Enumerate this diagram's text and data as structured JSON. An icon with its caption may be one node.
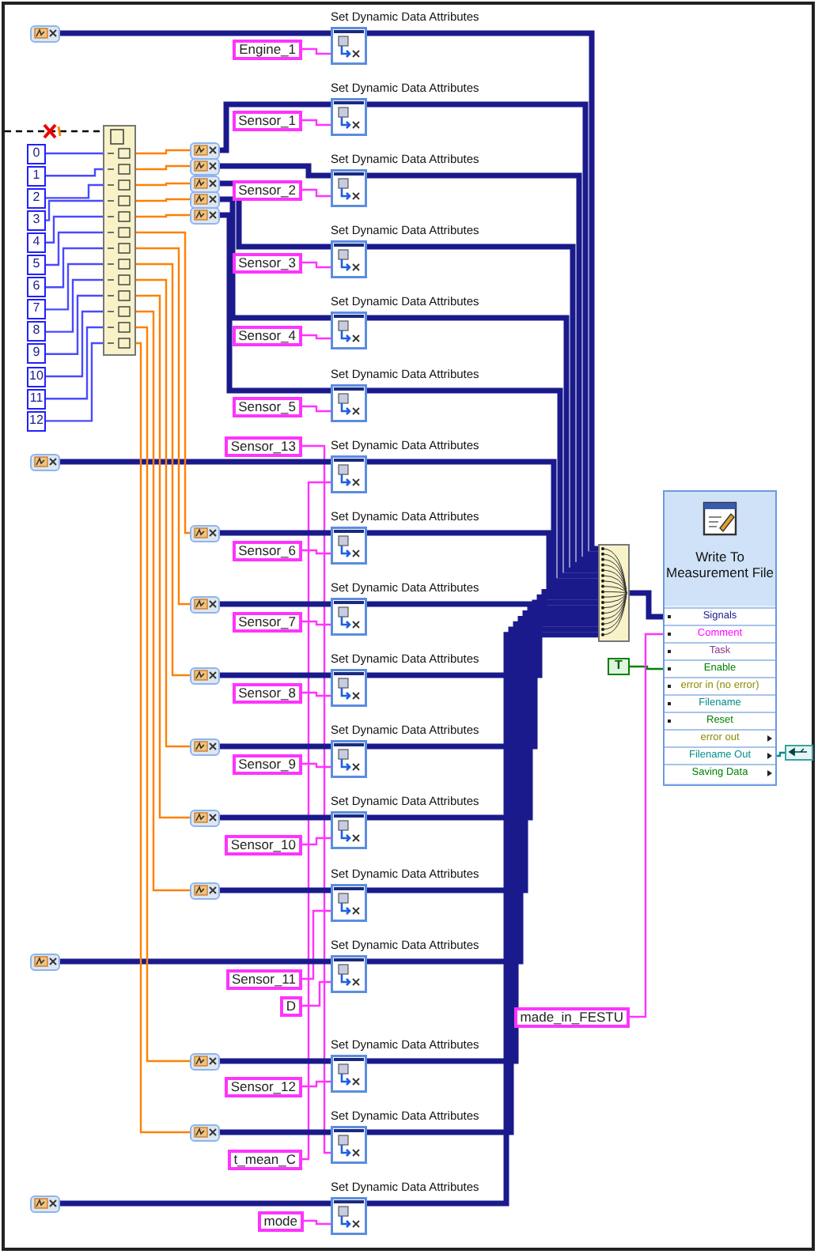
{
  "diagram": {
    "nodes": [
      {
        "text": [
          "Set Dynamic Data Attributes"
        ]
      },
      {
        "text": [
          "Set Dynamic Data Attributes"
        ]
      },
      {
        "text": [
          "Set Dynamic Data Attributes"
        ]
      },
      {
        "text": [
          "Set Dynamic Data Attributes"
        ]
      },
      {
        "text": [
          "Set Dynamic Data Attributes"
        ]
      },
      {
        "text": [
          "Set Dynamic Data Attributes"
        ]
      },
      {
        "text": [
          "Set Dynamic Data Attributes"
        ]
      },
      {
        "text": [
          "Set Dynamic Data Attributes"
        ]
      },
      {
        "text": [
          "Set Dynamic Data Attributes"
        ]
      },
      {
        "text": [
          "Set Dynamic Data Attributes"
        ]
      },
      {
        "text": [
          "Set Dynamic Data Attributes"
        ]
      },
      {
        "text": [
          "Set Dynamic Data Attributes"
        ]
      },
      {
        "text": [
          "Set Dynamic Data Attributes"
        ]
      },
      {
        "text": [
          "Set Dynamic Data Attributes"
        ]
      },
      {
        "text": [
          "Set Dynamic Data Attributes"
        ]
      },
      {
        "text": [
          "Set Dynamic Data Attributes"
        ]
      },
      {
        "text": [
          "Set Dynamic Data Attributes"
        ]
      },
      {
        "text": [
          "Engine_1"
        ]
      },
      {
        "text": [
          "Sensor_1"
        ]
      },
      {
        "text": [
          "Sensor_2"
        ]
      },
      {
        "text": [
          "Sensor_3"
        ]
      },
      {
        "text": [
          "Sensor_4"
        ]
      },
      {
        "text": [
          "Sensor_5"
        ]
      },
      {
        "text": [
          "Sensor_13"
        ]
      },
      {
        "text": [
          "Sensor_6"
        ]
      },
      {
        "text": [
          "Sensor_7"
        ]
      },
      {
        "text": [
          "Sensor_8"
        ]
      },
      {
        "text": [
          "Sensor_9"
        ]
      },
      {
        "text": [
          "Sensor_10"
        ]
      },
      {
        "text": [
          "Sensor_11"
        ]
      },
      {
        "text": [
          "D"
        ]
      },
      {
        "text": [
          "Sensor_12"
        ]
      },
      {
        "text": [
          "t_mean_C"
        ]
      },
      {
        "text": [
          "mode"
        ]
      },
      {
        "text": [],
        "shape": "box"
      },
      {
        "text": [],
        "shape": "box"
      },
      {
        "text": [],
        "shape": "box"
      },
      {
        "text": [],
        "shape": "box"
      },
      {
        "text": [],
        "shape": "box"
      },
      {
        "text": [],
        "shape": "box"
      },
      {
        "text": [],
        "shape": "box"
      },
      {
        "text": [],
        "shape": "box"
      },
      {
        "text": [],
        "shape": "box"
      },
      {
        "text": [],
        "shape": "box"
      },
      {
        "text": [],
        "shape": "box"
      },
      {
        "text": [],
        "shape": "box"
      },
      {
        "text": [],
        "shape": "box"
      },
      {
        "text": [],
        "shape": "box"
      },
      {
        "text": [],
        "shape": "box"
      },
      {
        "text": [],
        "shape": "box"
      },
      {
        "text": [],
        "shape": "box"
      },
      {
        "text": [
          "0"
        ]
      },
      {
        "text": [
          "1"
        ]
      },
      {
        "text": [
          "2"
        ]
      },
      {
        "text": [
          "3"
        ]
      },
      {
        "text": [
          "4"
        ]
      },
      {
        "text": [
          "5"
        ]
      },
      {
        "text": [
          "6"
        ]
      },
      {
        "text": [
          "7"
        ]
      },
      {
        "text": [
          "8"
        ]
      },
      {
        "text": [
          "9"
        ]
      },
      {
        "text": [
          "10"
        ]
      },
      {
        "text": [
          "11"
        ]
      },
      {
        "text": [
          "12"
        ]
      },
      {
        "text": [],
        "shape": "box"
      },
      {
        "text": [],
        "shape": "box"
      },
      {
        "text": [
          "Write To Measurement File"
        ]
      },
      {
        "text": [
          "Signals"
        ],
        "in": 66
      },
      {
        "text": [
          "Comment"
        ],
        "in": 66
      },
      {
        "text": [
          "Task"
        ],
        "in": 66
      },
      {
        "text": [
          "Enable"
        ],
        "in": 66
      },
      {
        "text": [
          "error in (no error)"
        ],
        "in": 66
      },
      {
        "text": [
          "Filename"
        ],
        "in": 66
      },
      {
        "text": [
          "Reset"
        ],
        "in": 66
      },
      {
        "text": [
          "error out"
        ],
        "in": 66
      },
      {
        "text": [
          "Filename Out"
        ],
        "in": 66
      },
      {
        "text": [
          "Saving Data"
        ],
        "in": 66
      },
      {
        "text": [
          "T"
        ]
      },
      {
        "text": [
          "made_in_FESTU"
        ]
      },
      {
        "text": [],
        "shape": "box"
      }
    ],
    "edges": [
      {
        "from": 17,
        "to": 0,
        "arrow": "none",
        "color": "#ff33ff"
      },
      {
        "from": 18,
        "to": 1,
        "arrow": "none",
        "color": "#ff33ff"
      },
      {
        "from": 19,
        "to": 2,
        "arrow": "none",
        "color": "#ff33ff"
      },
      {
        "from": 20,
        "to": 3,
        "arrow": "none",
        "color": "#ff33ff"
      },
      {
        "from": 21,
        "to": 4,
        "arrow": "none",
        "color": "#ff33ff"
      },
      {
        "from": 22,
        "to": 5,
        "arrow": "none",
        "color": "#ff33ff"
      },
      {
        "from": 32,
        "to": 6,
        "arrow": "none",
        "color": "#ff33ff"
      },
      {
        "from": 24,
        "to": 7,
        "arrow": "none",
        "color": "#ff33ff"
      },
      {
        "from": 25,
        "to": 8,
        "arrow": "none",
        "color": "#ff33ff"
      },
      {
        "from": 26,
        "to": 9,
        "arrow": "none",
        "color": "#ff33ff"
      },
      {
        "from": 27,
        "to": 10,
        "arrow": "none",
        "color": "#ff33ff"
      },
      {
        "from": 28,
        "to": 11,
        "arrow": "none",
        "color": "#ff33ff"
      },
      {
        "from": 29,
        "to": 12,
        "arrow": "none",
        "color": "#ff33ff"
      },
      {
        "from": 30,
        "to": 13,
        "arrow": "none",
        "color": "#ff33ff"
      },
      {
        "from": 31,
        "to": 14,
        "arrow": "none",
        "color": "#ff33ff"
      },
      {
        "from": 23,
        "to": 15,
        "arrow": "none",
        "color": "#ff33ff"
      },
      {
        "from": 33,
        "to": 16,
        "arrow": "none",
        "color": "#ff33ff"
      },
      {
        "from": 34,
        "to": 0,
        "arrow": "none",
        "style": "thick"
      },
      {
        "from": 35,
        "to": 1,
        "arrow": "none",
        "style": "thick"
      },
      {
        "from": 36,
        "to": 2,
        "arrow": "none",
        "style": "thick"
      },
      {
        "from": 37,
        "to": 3,
        "arrow": "none",
        "style": "thick"
      },
      {
        "from": 38,
        "to": 4,
        "arrow": "none",
        "style": "thick"
      },
      {
        "from": 39,
        "to": 5,
        "arrow": "none",
        "style": "thick"
      },
      {
        "from": 40,
        "to": 6,
        "arrow": "none",
        "style": "thick"
      },
      {
        "from": 41,
        "to": 7,
        "arrow": "none",
        "style": "thick"
      },
      {
        "from": 42,
        "to": 8,
        "arrow": "none",
        "style": "thick"
      },
      {
        "from": 43,
        "to": 9,
        "arrow": "none",
        "style": "thick"
      },
      {
        "from": 44,
        "to": 10,
        "arrow": "none",
        "style": "thick"
      },
      {
        "from": 45,
        "to": 11,
        "arrow": "none",
        "style": "thick"
      },
      {
        "from": 46,
        "to": 12,
        "arrow": "none",
        "style": "thick"
      },
      {
        "from": 47,
        "to": 13,
        "arrow": "none",
        "style": "thick"
      },
      {
        "from": 48,
        "to": 14,
        "arrow": "none",
        "style": "thick"
      },
      {
        "from": 49,
        "to": 15,
        "arrow": "none",
        "style": "thick"
      },
      {
        "from": 50,
        "to": 16,
        "arrow": "none",
        "style": "thick"
      },
      {
        "from": 0,
        "to": 65,
        "arrow": "none",
        "style": "thick"
      },
      {
        "from": 1,
        "to": 65,
        "arrow": "none",
        "style": "thick"
      },
      {
        "from": 2,
        "to": 65,
        "arrow": "none",
        "style": "thick"
      },
      {
        "from": 3,
        "to": 65,
        "arrow": "none",
        "style": "thick"
      },
      {
        "from": 4,
        "to": 65,
        "arrow": "none",
        "style": "thick"
      },
      {
        "from": 5,
        "to": 65,
        "arrow": "none",
        "style": "thick"
      },
      {
        "from": 6,
        "to": 65,
        "arrow": "none",
        "style": "thick"
      },
      {
        "from": 7,
        "to": 65,
        "arrow": "none",
        "style": "thick"
      },
      {
        "from": 8,
        "to": 65,
        "arrow": "none",
        "style": "thick"
      },
      {
        "from": 9,
        "to": 65,
        "arrow": "none",
        "style": "thick"
      },
      {
        "from": 10,
        "to": 65,
        "arrow": "none",
        "style": "thick"
      },
      {
        "from": 11,
        "to": 65,
        "arrow": "none",
        "style": "thick"
      },
      {
        "from": 12,
        "to": 65,
        "arrow": "none",
        "style": "thick"
      },
      {
        "from": 13,
        "to": 65,
        "arrow": "none",
        "style": "thick"
      },
      {
        "from": 14,
        "to": 65,
        "arrow": "none",
        "style": "thick"
      },
      {
        "from": 15,
        "to": 65,
        "arrow": "none",
        "style": "thick"
      },
      {
        "from": 16,
        "to": 65,
        "arrow": "none",
        "style": "thick"
      },
      {
        "from": 51,
        "to": 64,
        "arrow": "none",
        "color": "#4a4aff"
      },
      {
        "from": 52,
        "to": 64,
        "arrow": "none",
        "color": "#4a4aff"
      },
      {
        "from": 53,
        "to": 64,
        "arrow": "none",
        "color": "#4a4aff"
      },
      {
        "from": 54,
        "to": 64,
        "arrow": "none",
        "color": "#4a4aff"
      },
      {
        "from": 55,
        "to": 64,
        "arrow": "none",
        "color": "#4a4aff"
      },
      {
        "from": 56,
        "to": 64,
        "arrow": "none",
        "color": "#4a4aff"
      },
      {
        "from": 57,
        "to": 64,
        "arrow": "none",
        "color": "#4a4aff"
      },
      {
        "from": 58,
        "to": 64,
        "arrow": "none",
        "color": "#4a4aff"
      },
      {
        "from": 59,
        "to": 64,
        "arrow": "none",
        "color": "#4a4aff"
      },
      {
        "from": 60,
        "to": 64,
        "arrow": "none",
        "color": "#4a4aff"
      },
      {
        "from": 61,
        "to": 64,
        "arrow": "none",
        "color": "#4a4aff"
      },
      {
        "from": 62,
        "to": 64,
        "arrow": "none",
        "color": "#4a4aff"
      },
      {
        "from": 63,
        "to": 64,
        "arrow": "none",
        "color": "#4a4aff"
      },
      {
        "from": 64,
        "to": 35,
        "arrow": "none",
        "color": "#ff8000"
      },
      {
        "from": 64,
        "to": 36,
        "arrow": "none",
        "color": "#ff8000"
      },
      {
        "from": 64,
        "to": 37,
        "arrow": "none",
        "color": "#ff8000"
      },
      {
        "from": 64,
        "to": 38,
        "arrow": "none",
        "color": "#ff8000"
      },
      {
        "from": 64,
        "to": 39,
        "arrow": "none",
        "color": "#ff8000"
      },
      {
        "from": 64,
        "to": 41,
        "arrow": "none",
        "color": "#ff8000"
      },
      {
        "from": 64,
        "to": 42,
        "arrow": "none",
        "color": "#ff8000"
      },
      {
        "from": 64,
        "to": 43,
        "arrow": "none",
        "color": "#ff8000"
      },
      {
        "from": 64,
        "to": 44,
        "arrow": "none",
        "color": "#ff8000"
      },
      {
        "from": 64,
        "to": 45,
        "arrow": "none",
        "color": "#ff8000"
      },
      {
        "from": 64,
        "to": 46,
        "arrow": "none",
        "color": "#ff8000"
      },
      {
        "from": 64,
        "to": 48,
        "arrow": "none",
        "color": "#ff8000"
      },
      {
        "from": 64,
        "to": 49,
        "arrow": "none",
        "color": "#ff8000"
      },
      {
        "from": 65,
        "to": 67,
        "arrow": "none",
        "style": "thick"
      },
      {
        "from": 77,
        "to": 70,
        "arrow": "none",
        "color": "#008000"
      },
      {
        "from": 78,
        "to": 68,
        "arrow": "none",
        "color": "#ff33ff"
      },
      {
        "from": 75,
        "to": 79,
        "arrow": "none",
        "color": "#008b8b"
      },
      {
        "from": null,
        "to": 64,
        "arrow": "none",
        "style": "dashed",
        "color": "#000000"
      }
    ]
  }
}
